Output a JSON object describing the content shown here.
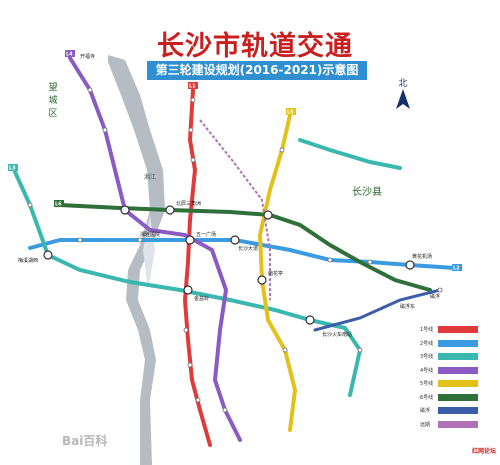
{
  "header": {
    "title": "长沙市轨道交通",
    "subtitle": "第三轮建设规划(2016-2021)示意图"
  },
  "compass": {
    "label": "北"
  },
  "areas": {
    "wangcheng": "望城区",
    "changsha_county": "长沙县",
    "xiangjiang": "湘江"
  },
  "legend": [
    {
      "label": "1号线",
      "color": "#e03a3a"
    },
    {
      "label": "2号线",
      "color": "#3a9be0"
    },
    {
      "label": "3号线",
      "color": "#3ab8b0"
    },
    {
      "label": "4号线",
      "color": "#8a5bc4"
    },
    {
      "label": "5号线",
      "color": "#e2c21a"
    },
    {
      "label": "6号线",
      "color": "#2f6f3a"
    },
    {
      "label": "磁浮",
      "color": "#3c5ea8"
    },
    {
      "label": "远期",
      "color": "#b071b6"
    }
  ],
  "colors": {
    "line1": "#e03a3a",
    "line2": "#3a9be0",
    "line3": "#3ab8b0",
    "line4": "#8a5bc4",
    "line5": "#e2c21a",
    "line6": "#2f6f3a",
    "maglev": "#3c5ea8",
    "future": "#b071b6",
    "river": "#a9b0b8",
    "title": "#c8201f"
  },
  "stations": {
    "s1": "开福寺",
    "s2": "五一广场",
    "s3": "湘雅医院",
    "s4": "长沙火车南站",
    "s5": "黄花机场",
    "s6": "梅溪湖西",
    "s7": "雨花亭",
    "s8": "金盆岭",
    "s9": "长沙大道",
    "s10": "北辰三角洲",
    "s11": "磁浮东",
    "s12": "磁浮"
  },
  "line_tags": [
    "L1",
    "L2",
    "L3",
    "L4",
    "L5",
    "L6"
  ],
  "footer": {
    "source": "红网论坛"
  },
  "watermark": "Bai百科"
}
